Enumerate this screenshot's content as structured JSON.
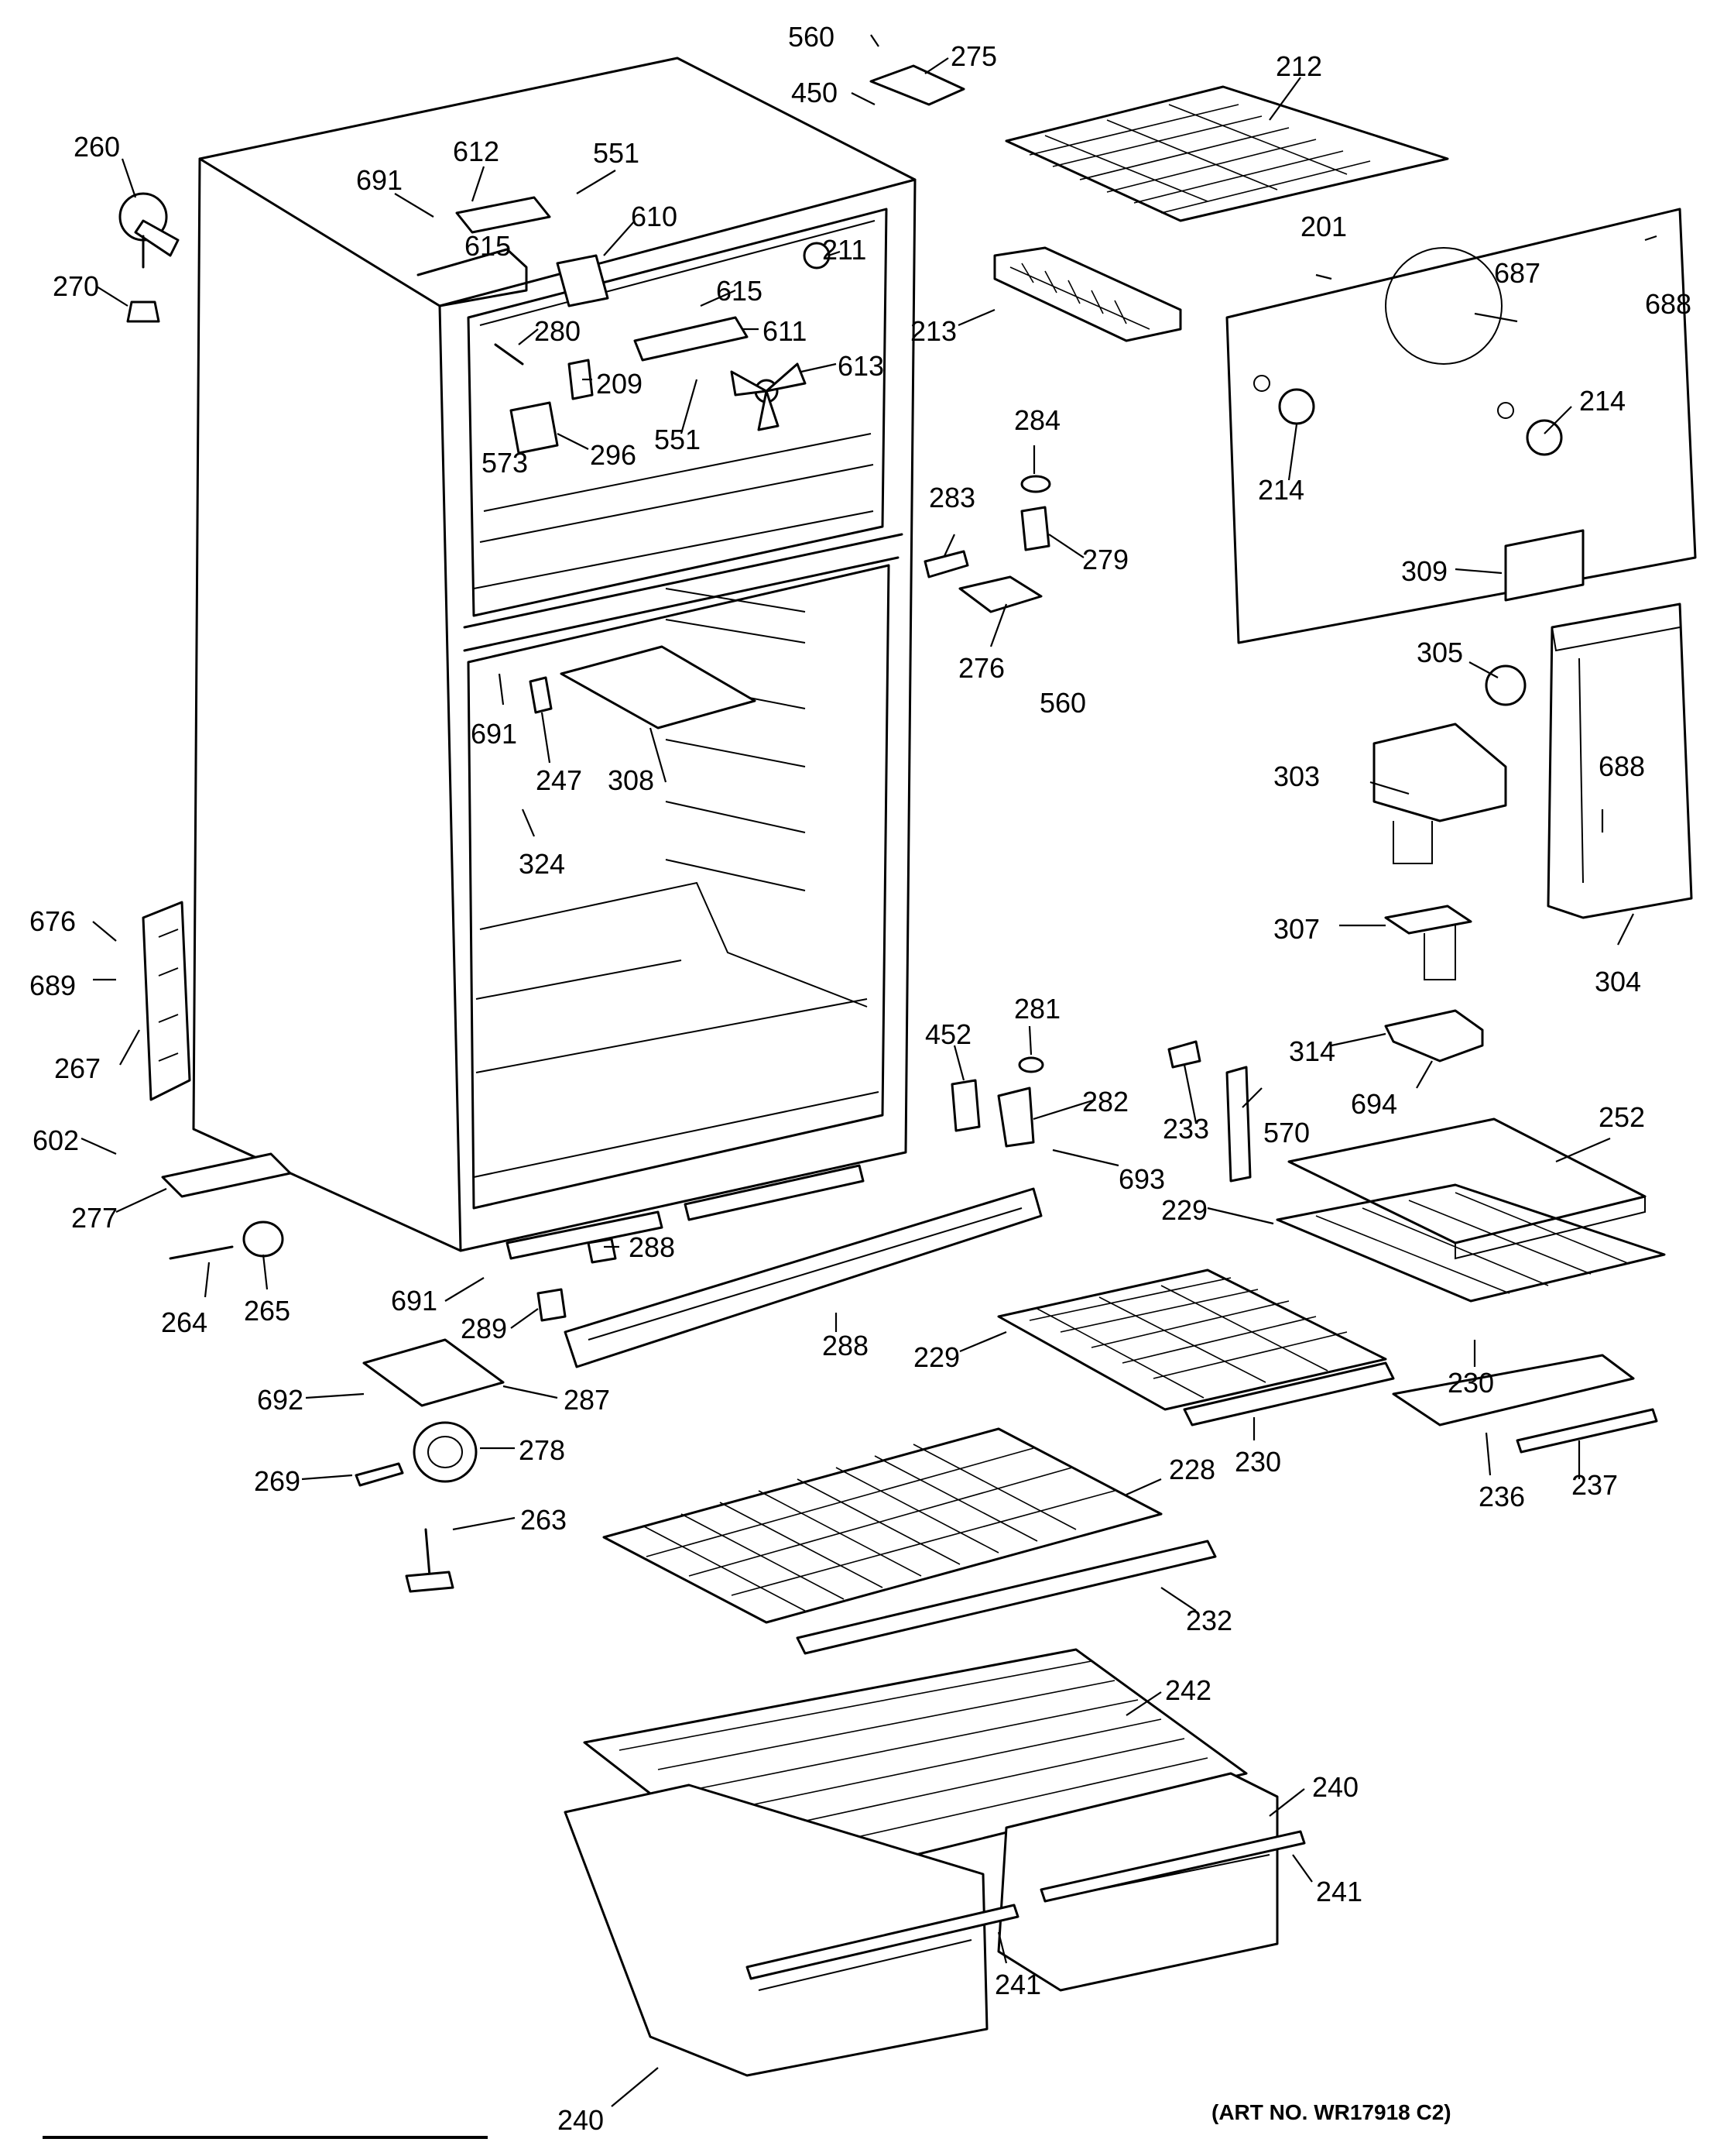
{
  "diagram": {
    "art_number": "(ART NO. WR17918 C2)",
    "labels": {
      "l560a": "560",
      "l275": "275",
      "l450": "450",
      "l212": "212",
      "l260": "260",
      "l612": "612",
      "l551a": "551",
      "l691a": "691",
      "l610": "610",
      "l615a": "615",
      "l270": "270",
      "l211": "211",
      "l615b": "615",
      "l611": "611",
      "l280": "280",
      "l209": "209",
      "l613": "613",
      "l573": "573",
      "l551b": "551",
      "l296": "296",
      "l201": "201",
      "l688a": "688",
      "l687": "687",
      "l213": "213",
      "l214a": "214",
      "l214b": "214",
      "l284": "284",
      "l283": "283",
      "l279": "279",
      "l309": "309",
      "l276": "276",
      "l560b": "560",
      "l305": "305",
      "l691b": "691",
      "l247": "247",
      "l308": "308",
      "l303": "303",
      "l688b": "688",
      "l324": "324",
      "l676": "676",
      "l307": "307",
      "l689": "689",
      "l304": "304",
      "l267": "267",
      "l452": "452",
      "l281": "281",
      "l314": "314",
      "l694": "694",
      "l282": "282",
      "l233": "233",
      "l570": "570",
      "l252": "252",
      "l602": "602",
      "l693": "693",
      "l277": "277",
      "l229a": "229",
      "l288a": "288",
      "l264": "264",
      "l265": "265",
      "l691c": "691",
      "l289": "289",
      "l288b": "288",
      "l229b": "229",
      "l230a": "230",
      "l692": "692",
      "l287": "287",
      "l230b": "230",
      "l278": "278",
      "l236": "236",
      "l237": "237",
      "l269": "269",
      "l228": "228",
      "l263": "263",
      "l232": "232",
      "l242": "242",
      "l240a": "240",
      "l241a": "241",
      "l241b": "241",
      "l240b": "240"
    }
  }
}
